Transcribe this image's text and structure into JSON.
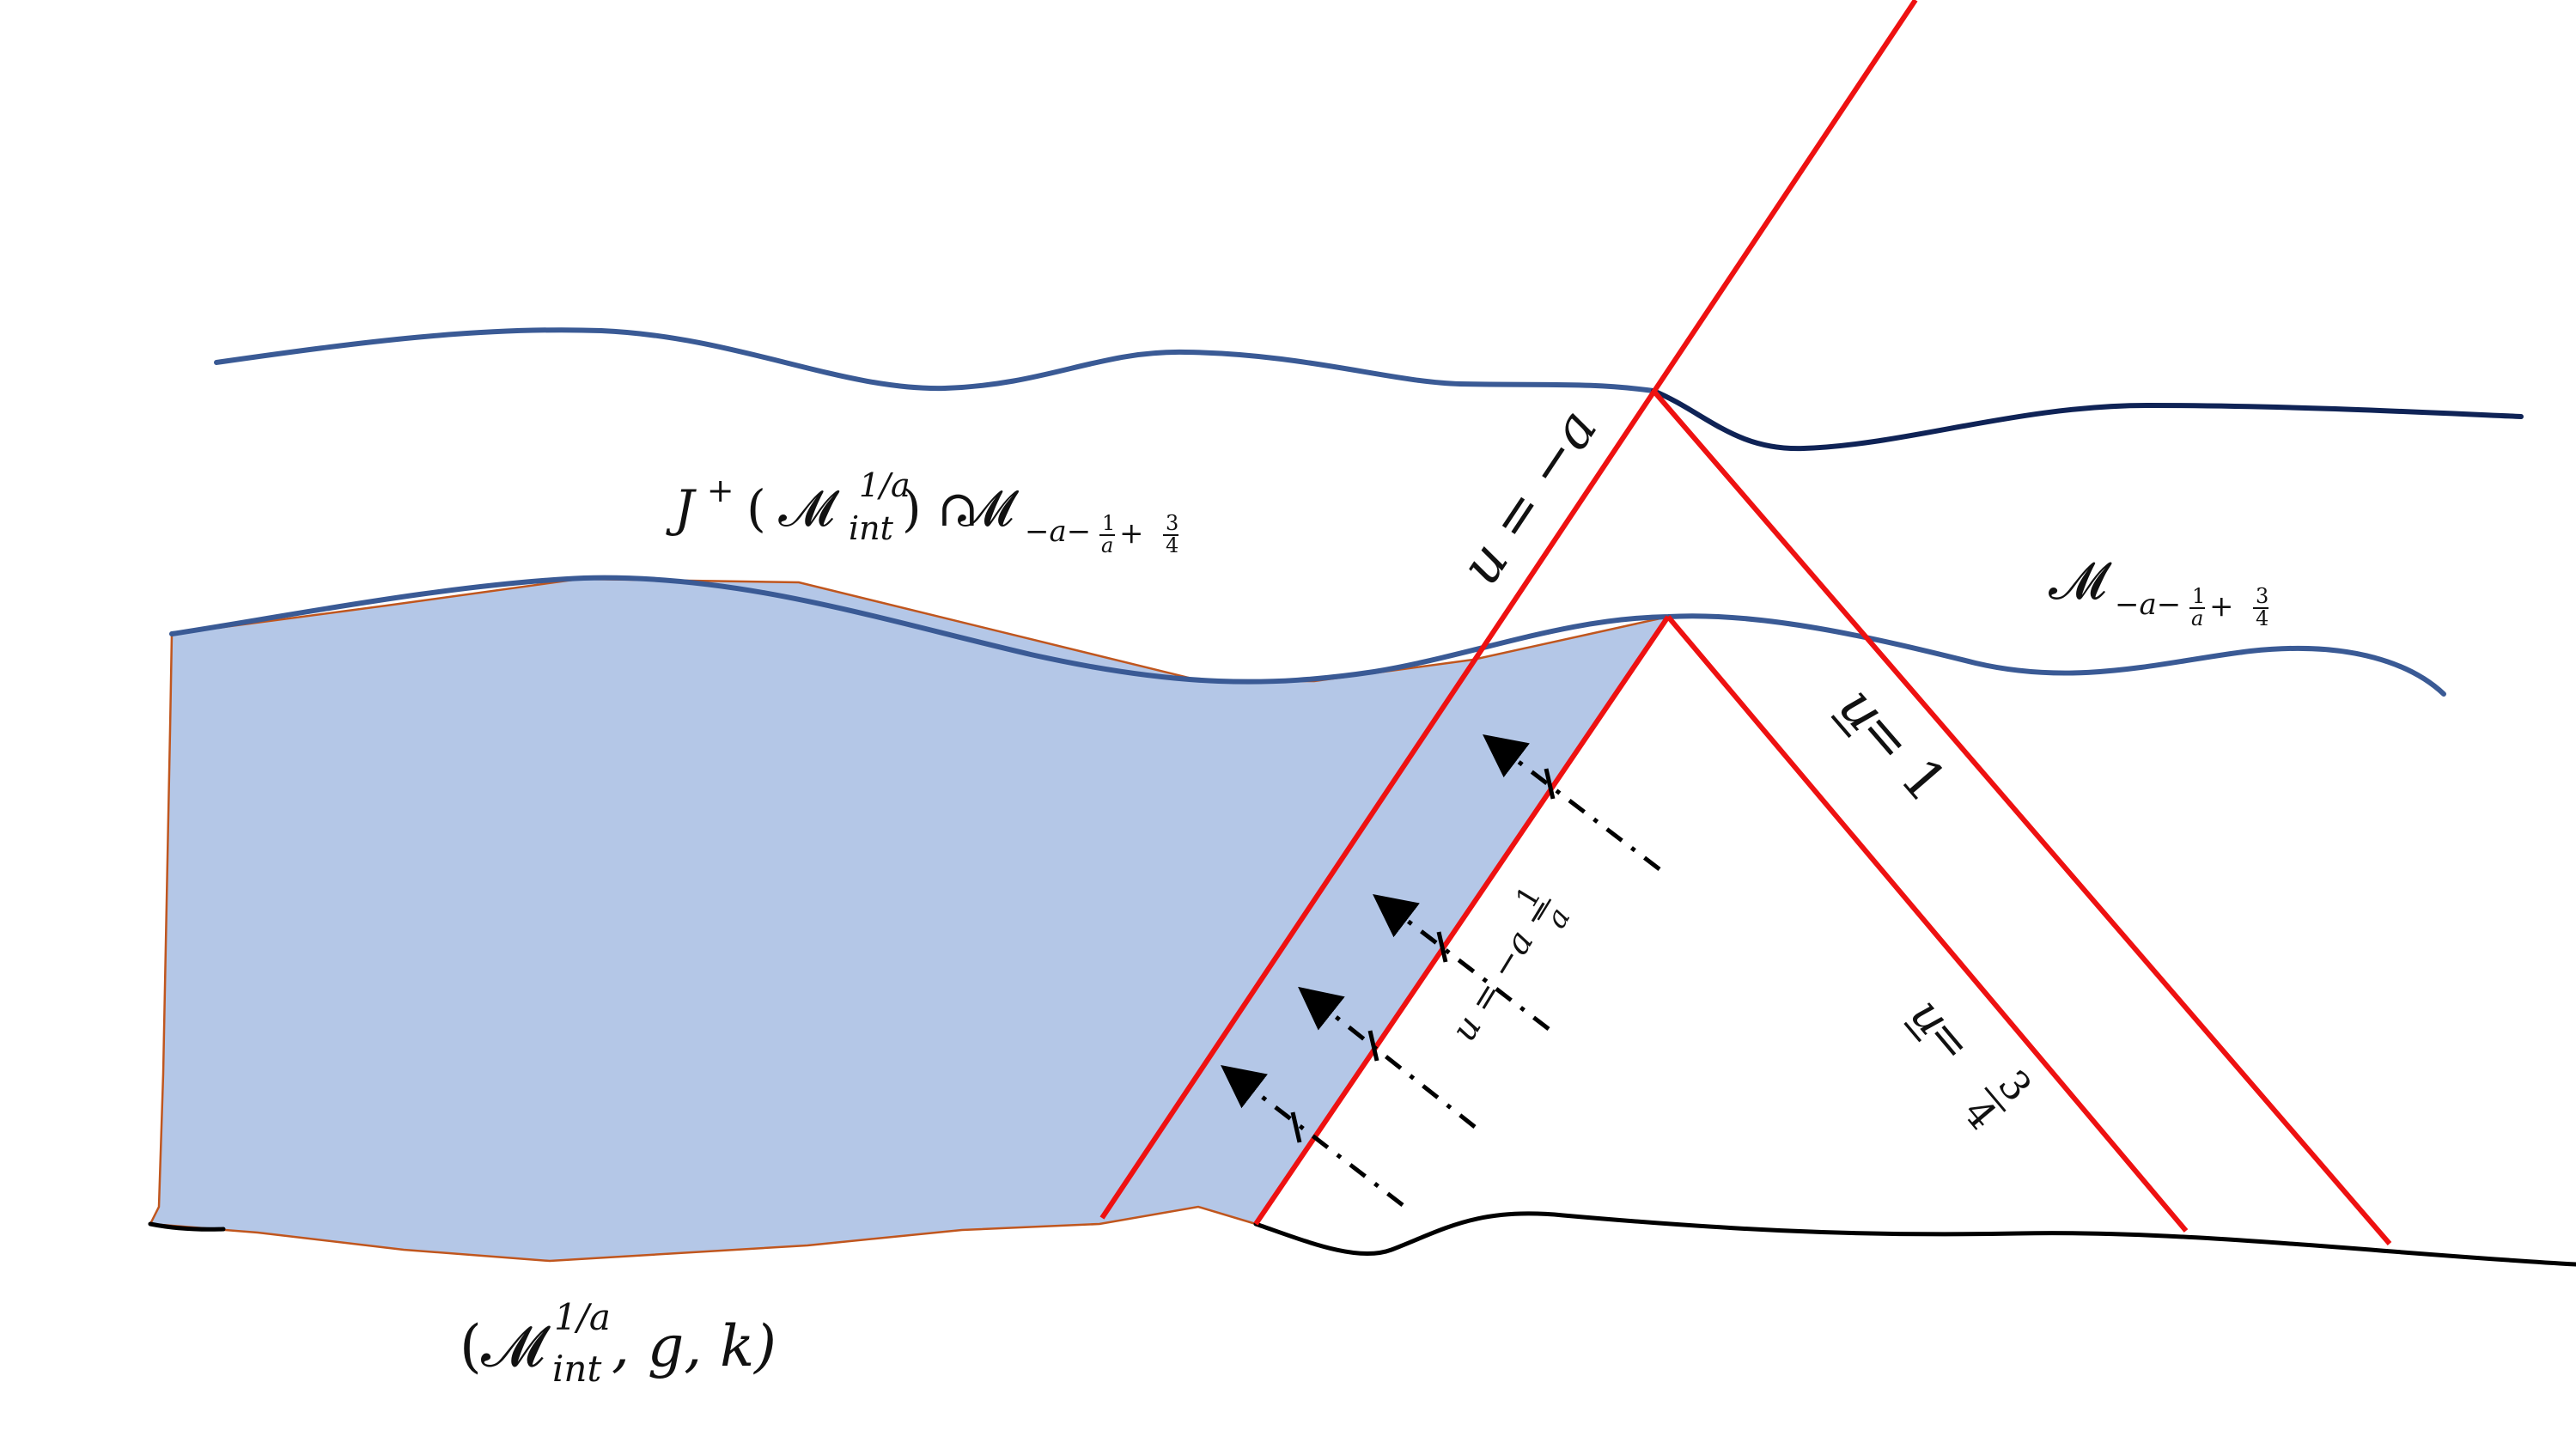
{
  "labels": {
    "future_region": {
      "J": "J",
      "sup_plus": "+",
      "open": "(",
      "M": "𝓜",
      "sup_1a": "1/a",
      "sub_int": "int",
      "close_cap": ") ∩ ",
      "M2": "𝓜",
      "sub_level": "−a−",
      "frac1_num": "1",
      "frac1_den": "a",
      "plus": "+",
      "frac2_num": "3",
      "frac2_den": "4"
    },
    "initial_data": {
      "open": "(",
      "M": "𝓜",
      "sup_1a": "1/a",
      "sub_int": "int",
      "rest": ", g, k)"
    },
    "level_set": {
      "M": "𝓜",
      "sub_level": "−a−",
      "frac1_num": "1",
      "frac1_den": "a",
      "plus": "+",
      "frac2_num": "3",
      "frac2_den": "4"
    },
    "u_minus_a": "u = −a",
    "u_minus_a_minus_1a": {
      "lhs": "u = −a −",
      "num": "1",
      "den": "a"
    },
    "ubar_1": {
      "lhs": "u",
      "rest": " = 1"
    },
    "ubar_34": {
      "lhs": "u",
      "eq": " = ",
      "num": "3",
      "den": "4"
    }
  },
  "colors": {
    "red_lines": "#ee1111",
    "blue_curves": "#3a5a95",
    "dark_curve": "#0f2356",
    "black_curve": "#000000",
    "fill_region": "#b4c7e7",
    "fill_border": "#c0561e",
    "arrows": "#000000"
  }
}
